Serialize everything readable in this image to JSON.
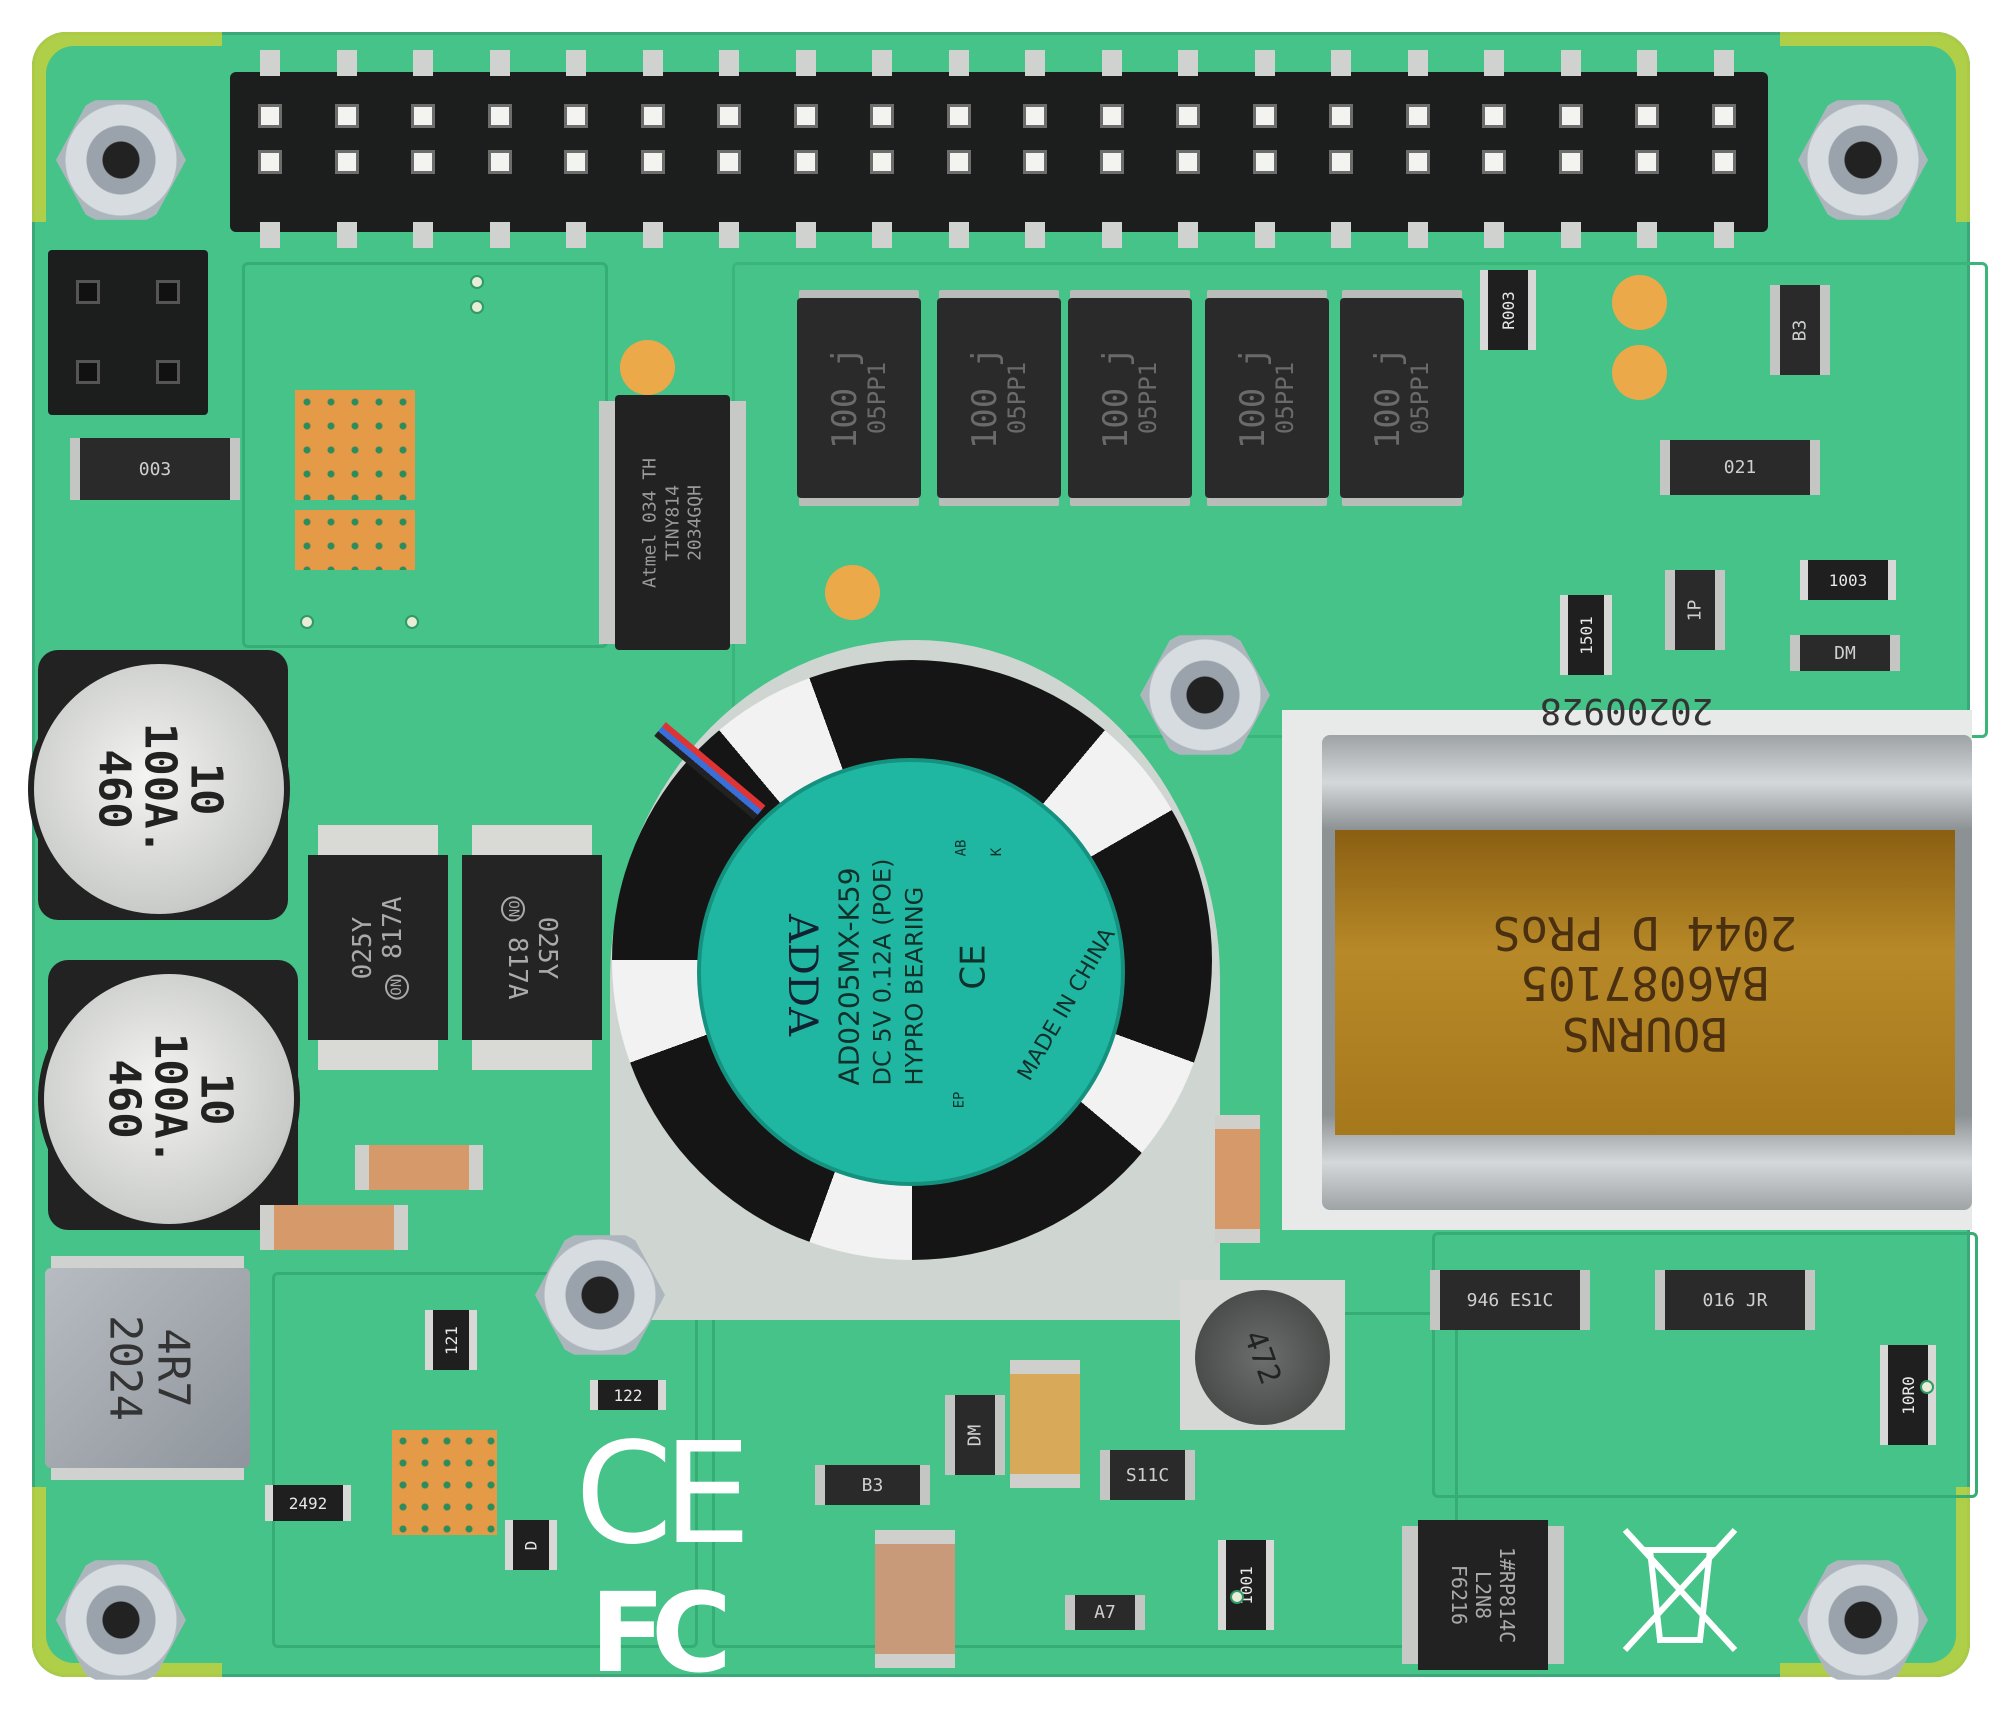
{
  "board": {
    "colors": {
      "pcb": "#45c389",
      "header": "#1c1d1d",
      "fan_label": "#20b7a2",
      "transformer_window": "#a6781c",
      "pads": "#e59a47"
    },
    "header_pins": {
      "rows": 2,
      "columns": 20
    },
    "tantalum_caps": [
      {
        "line1": "100 j",
        "line2": "05PP1"
      },
      {
        "line1": "100 j",
        "line2": "05PP1"
      },
      {
        "line1": "100 j",
        "line2": "05PP1"
      },
      {
        "line1": "100 j",
        "line2": "05PP1"
      },
      {
        "line1": "100 j",
        "line2": "05PP1"
      }
    ],
    "mcu": {
      "line1": "Atmel 034 TH",
      "line2": "TINY814",
      "line3": "2034GQH"
    },
    "electrolytic_caps": [
      {
        "label": "10\n100A.\n460"
      },
      {
        "label": "10\n100A.\n460"
      }
    ],
    "optocouplers": [
      {
        "line1": "025Y",
        "line2": "817A",
        "brand": "ON"
      },
      {
        "line1": "025Y",
        "line2": "817A",
        "brand": "ON"
      }
    ],
    "fan": {
      "brand": "ADDA",
      "model": "AD0205MX-K59",
      "rating": "DC 5V  0.12A  (POE)",
      "bearing": "HYPRO BEARING",
      "origin": "MADE IN CHINA",
      "mark": "CE",
      "code1": "AB",
      "code2": "K",
      "code3": "EP"
    },
    "transformer": {
      "date": "20200928",
      "line1": "BOURNS",
      "line2": "BA6087105",
      "line3": "2044   D   PRoS"
    },
    "inductor_large": {
      "line1": "4R7",
      "line2": "2024"
    },
    "inductor_small": {
      "label": "472"
    },
    "diode_top_left": "003",
    "smd_labels": [
      "R003",
      "1003",
      "1501",
      "021",
      "B3",
      "DM",
      "10R0",
      "946 ES1C",
      "016 JR",
      "B3",
      "DM",
      "122",
      "2492",
      "121",
      "1001",
      "A7",
      "S11C",
      "1P",
      "D"
    ],
    "pmic": {
      "line1": "1#RP814C",
      "line2": "L2N8",
      "line3": "F6216"
    },
    "logos": {
      "ce": "CE",
      "fcc": "FC"
    }
  }
}
